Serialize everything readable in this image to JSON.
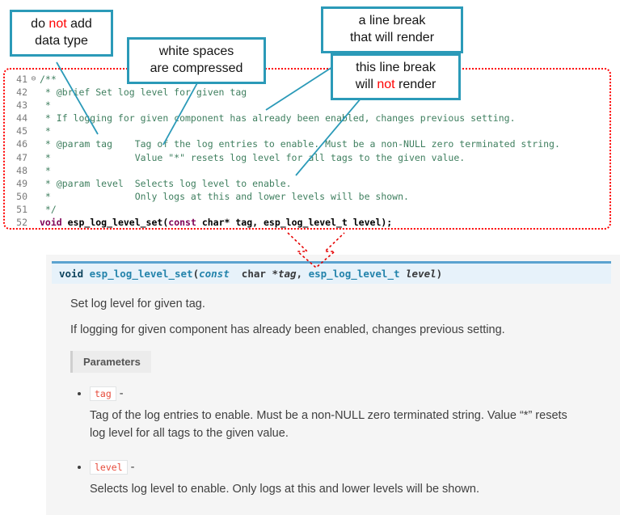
{
  "colors": {
    "callout_border": "#2b9ab8",
    "highlight_red": "#ff0000",
    "comment_green": "#3F7F5F",
    "keyword_purple": "#7F0055",
    "sig_blue": "#2383ab",
    "literal_red": "#E74C3C"
  },
  "callouts": {
    "datatype": {
      "l1a": "do ",
      "l1b": "not",
      "l1c": " add",
      "l2": "data type"
    },
    "whitespace": {
      "l1": "white spaces",
      "l2": "are compressed"
    },
    "break_render": {
      "l1": "a line break",
      "l2": "that will render"
    },
    "break_norender": {
      "l1": "this line break",
      "l2a": "will ",
      "l2b": "not",
      "l2c": " render"
    }
  },
  "code": {
    "lines": [
      {
        "num": "41",
        "fold": "⊖",
        "text": "/**"
      },
      {
        "num": "42",
        "fold": "",
        "text": " * @brief Set log level for given tag"
      },
      {
        "num": "43",
        "fold": "",
        "text": " *"
      },
      {
        "num": "44",
        "fold": "",
        "text": " * If logging for given component has already been enabled, changes previous setting."
      },
      {
        "num": "45",
        "fold": "",
        "text": " *"
      },
      {
        "num": "46",
        "fold": "",
        "text": " * @param tag    Tag of the log entries to enable. Must be a non-NULL zero terminated string."
      },
      {
        "num": "47",
        "fold": "",
        "text": " *               Value \"*\" resets log level for all tags to the given value."
      },
      {
        "num": "48",
        "fold": "",
        "text": " *"
      },
      {
        "num": "49",
        "fold": "",
        "text": " * @param level  Selects log level to enable."
      },
      {
        "num": "50",
        "fold": "",
        "text": " *               Only logs at this and lower levels will be shown."
      },
      {
        "num": "51",
        "fold": "",
        "text": " */"
      }
    ],
    "line52": {
      "num": "52",
      "kw_void": "void",
      "fn": " esp_log_level_set(",
      "kw_const": "const",
      "rest": " char* tag, esp_log_level_t level);"
    }
  },
  "doc": {
    "signature": {
      "ret": "void",
      "name": " esp_log_level_set",
      "open": "(",
      "const": "const",
      "mid": "  char ",
      "arg1": "*tag",
      "comma": ", ",
      "type2": "esp_log_level_t ",
      "arg2": "level",
      "close": ")"
    },
    "brief": "Set log level for given tag.",
    "detail": "If logging for given component has already been enabled, changes previous setting.",
    "params_label": "Parameters",
    "params": [
      {
        "name": "tag",
        "sep": " -",
        "desc": "Tag of the log entries to enable. Must be a non-NULL zero terminated string. Value “*” resets log level for all tags to the given value."
      },
      {
        "name": "level",
        "sep": " -",
        "desc": "Selects log level to enable. Only logs at this and lower levels will be shown."
      }
    ]
  }
}
